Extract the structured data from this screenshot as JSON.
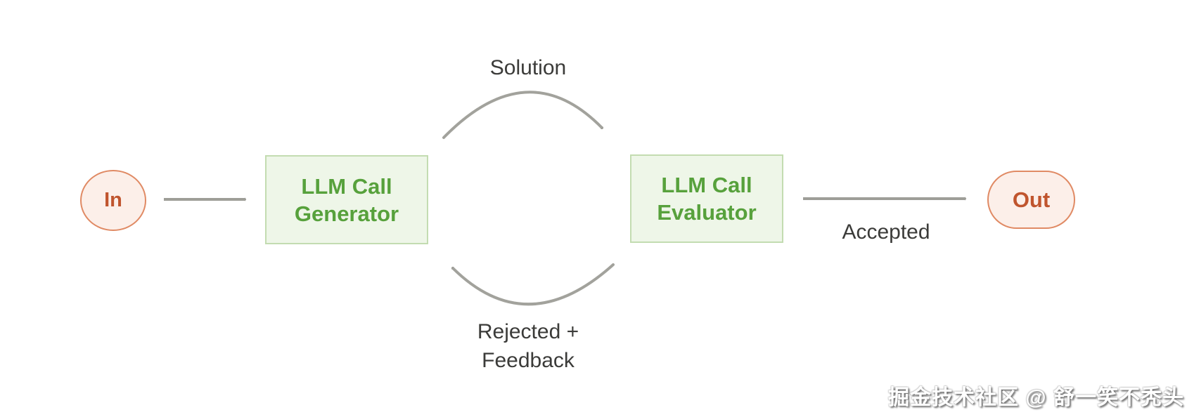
{
  "diagram": {
    "title_context": "Evaluator-optimizer LLM workflow",
    "nodes": {
      "input": {
        "label": "In"
      },
      "generator": {
        "label": "LLM Call\nGenerator"
      },
      "evaluator": {
        "label": "LLM Call\nEvaluator"
      },
      "output": {
        "label": "Out"
      }
    },
    "edges": {
      "in_to_generator": {
        "label": ""
      },
      "generator_to_evaluator": {
        "label": "Solution"
      },
      "evaluator_to_generator": {
        "label": "Rejected +\nFeedback"
      },
      "evaluator_to_out": {
        "label": "Accepted"
      }
    },
    "colors": {
      "background": "#ffffff",
      "terminal_fill": "#fcefe9",
      "terminal_border": "#e08a64",
      "terminal_text": "#c0552e",
      "llm_fill": "#eef6e8",
      "llm_border": "#c3dcb1",
      "llm_text": "#57a13c",
      "arrow": "#9e9e98",
      "edge_label_text": "#3b3b39",
      "watermark_text": "#ffffff"
    },
    "watermark": "掘金技术社区 @ 舒一笑不秃头"
  }
}
